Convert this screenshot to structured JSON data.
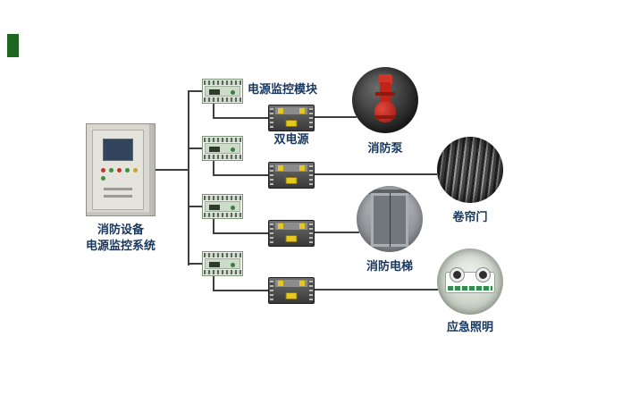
{
  "cabinet": {
    "label_line1": "消防设备",
    "label_line2": "电源监控系统"
  },
  "labels": {
    "module": "电源监控模块",
    "dual_power": "双电源"
  },
  "loads": [
    {
      "label": "消防泵"
    },
    {
      "label": "卷帘门"
    },
    {
      "label": "消防电梯"
    },
    {
      "label": "应急照明"
    }
  ],
  "colors": {
    "label_text": "#17365d",
    "wire": "#3f3f3f",
    "module_green": "#3f7c3f",
    "ats_yellow": "#e6c71e",
    "pump_red": "#c22218",
    "tag_green": "#1e651e"
  }
}
